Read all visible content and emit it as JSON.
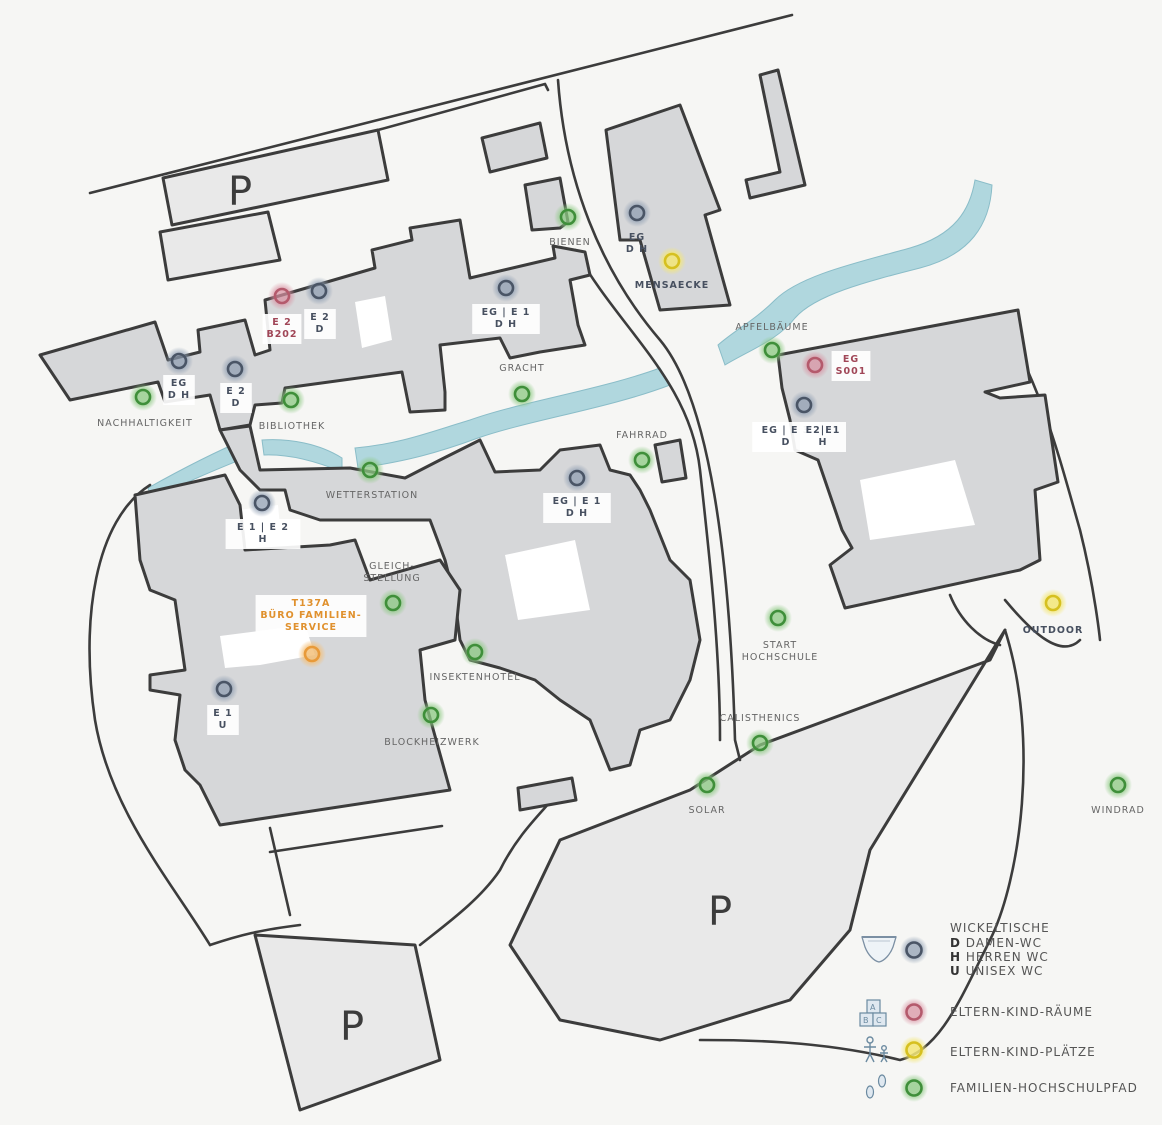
{
  "parking_label": "P",
  "markers": [
    {
      "id": "bienen",
      "type": "green",
      "lines": [
        "BIENEN"
      ],
      "style": "lbl"
    },
    {
      "id": "mensa-wc",
      "type": "blue",
      "lines": [
        "EG",
        "D H"
      ],
      "style": "lbl-dark"
    },
    {
      "id": "mensaecke",
      "type": "yellow",
      "lines": [
        "MENSAECKE"
      ],
      "style": "lbl-dark"
    },
    {
      "id": "e2-b202",
      "type": "red",
      "lines": [
        "E 2",
        "B202"
      ],
      "style": "lbl-red"
    },
    {
      "id": "e2-d-top",
      "type": "blue",
      "lines": [
        "E 2",
        "D"
      ],
      "style": "lbl-dark"
    },
    {
      "id": "eg-e1-top",
      "type": "blue",
      "lines": [
        "EG | E 1",
        "D H"
      ],
      "style": "lbl-dark"
    },
    {
      "id": "apfelbaeume",
      "type": "green",
      "lines": [
        "APFELBÄUME"
      ],
      "style": "lbl"
    },
    {
      "id": "eg-s001",
      "type": "red",
      "lines": [
        "EG",
        "S001"
      ],
      "style": "lbl-red"
    },
    {
      "id": "eg-dh-left",
      "type": "blue",
      "lines": [
        "EG",
        "D H"
      ],
      "style": "lbl-dark"
    },
    {
      "id": "e2-d-cross",
      "type": "blue",
      "lines": [
        "E 2",
        "D"
      ],
      "style": "lbl-dark"
    },
    {
      "id": "nachhaltigkeit",
      "type": "green",
      "lines": [
        "NACHHALTIGKEIT"
      ],
      "style": "lbl"
    },
    {
      "id": "bibliothek",
      "type": "green",
      "lines": [
        "BIBLIOTHEK"
      ],
      "style": "lbl"
    },
    {
      "id": "gracht",
      "type": "green",
      "lines": [
        "GRACHT"
      ],
      "style": "lbl"
    },
    {
      "id": "eg-e3",
      "type": "blue",
      "lines": [
        "EG | E 3",
        "D"
      ],
      "style": "lbl-dark"
    },
    {
      "id": "e2-e1",
      "type": "none",
      "lines": [
        "E2|E1",
        "H"
      ],
      "style": "lbl-dark"
    },
    {
      "id": "fahrrad",
      "type": "green",
      "lines": [
        "FAHRRAD"
      ],
      "style": "lbl"
    },
    {
      "id": "wetterstation",
      "type": "green",
      "lines": [
        "WETTERSTATION"
      ],
      "style": "lbl"
    },
    {
      "id": "eg-e1-mid",
      "type": "blue",
      "lines": [
        "EG | E 1",
        "D H"
      ],
      "style": "lbl-dark"
    },
    {
      "id": "e1-e2",
      "type": "blue",
      "lines": [
        "E 1 | E 2",
        "H"
      ],
      "style": "lbl-dark"
    },
    {
      "id": "gleichstellung",
      "type": "green",
      "lines": [
        "GLEICH-",
        "STELLUNG"
      ],
      "style": "lbl"
    },
    {
      "id": "familienservice",
      "type": "orange",
      "lines": [
        "T137A",
        "BÜRO FAMILIEN-",
        "SERVICE"
      ],
      "style": "lbl-orange"
    },
    {
      "id": "outdoor",
      "type": "yellow",
      "lines": [
        "OUTDOOR"
      ],
      "style": "lbl-dark"
    },
    {
      "id": "start",
      "type": "green",
      "lines": [
        "START",
        "HOCHSCHULE"
      ],
      "style": "lbl"
    },
    {
      "id": "insektenhotel",
      "type": "green",
      "lines": [
        "INSEKTENHOTEL"
      ],
      "style": "lbl"
    },
    {
      "id": "e1-u",
      "type": "blue",
      "lines": [
        "E 1",
        "U"
      ],
      "style": "lbl-dark"
    },
    {
      "id": "blockheizwerk",
      "type": "green",
      "lines": [
        "BLOCKHEIZWERK"
      ],
      "style": "lbl"
    },
    {
      "id": "calisthenics",
      "type": "green",
      "lines": [
        "CALISTHENICS"
      ],
      "style": "lbl"
    },
    {
      "id": "solar",
      "type": "green",
      "lines": [
        "SOLAR"
      ],
      "style": "lbl"
    },
    {
      "id": "windrad",
      "type": "green",
      "lines": [
        "WINDRAD"
      ],
      "style": "lbl"
    }
  ],
  "legend": {
    "wickeltische": "WICKELTISCHE",
    "damen_key": "D",
    "damen": "DAMEN-WC",
    "herren_key": "H",
    "herren": "HERREN WC",
    "unisex_key": "U",
    "unisex": "UNISEX WC",
    "eltern_kind_raeume": "ELTERN-KIND-RÄUME",
    "eltern_kind_plaetze": "ELTERN-KIND-PLÄTZE",
    "familien_hochschulpfad": "FAMILIEN-HOCHSCHULPFAD"
  },
  "colors": {
    "blue": "#4a5566",
    "red": "#b45a6c",
    "yellow": "#e9d52e",
    "green": "#3f8f3a",
    "orange": "#e89a3a",
    "water": "#a9d4dc",
    "building": "#d6d7d9"
  },
  "icons": [
    "diaper-icon",
    "toy-blocks-icon",
    "family-icon",
    "footprints-icon"
  ]
}
